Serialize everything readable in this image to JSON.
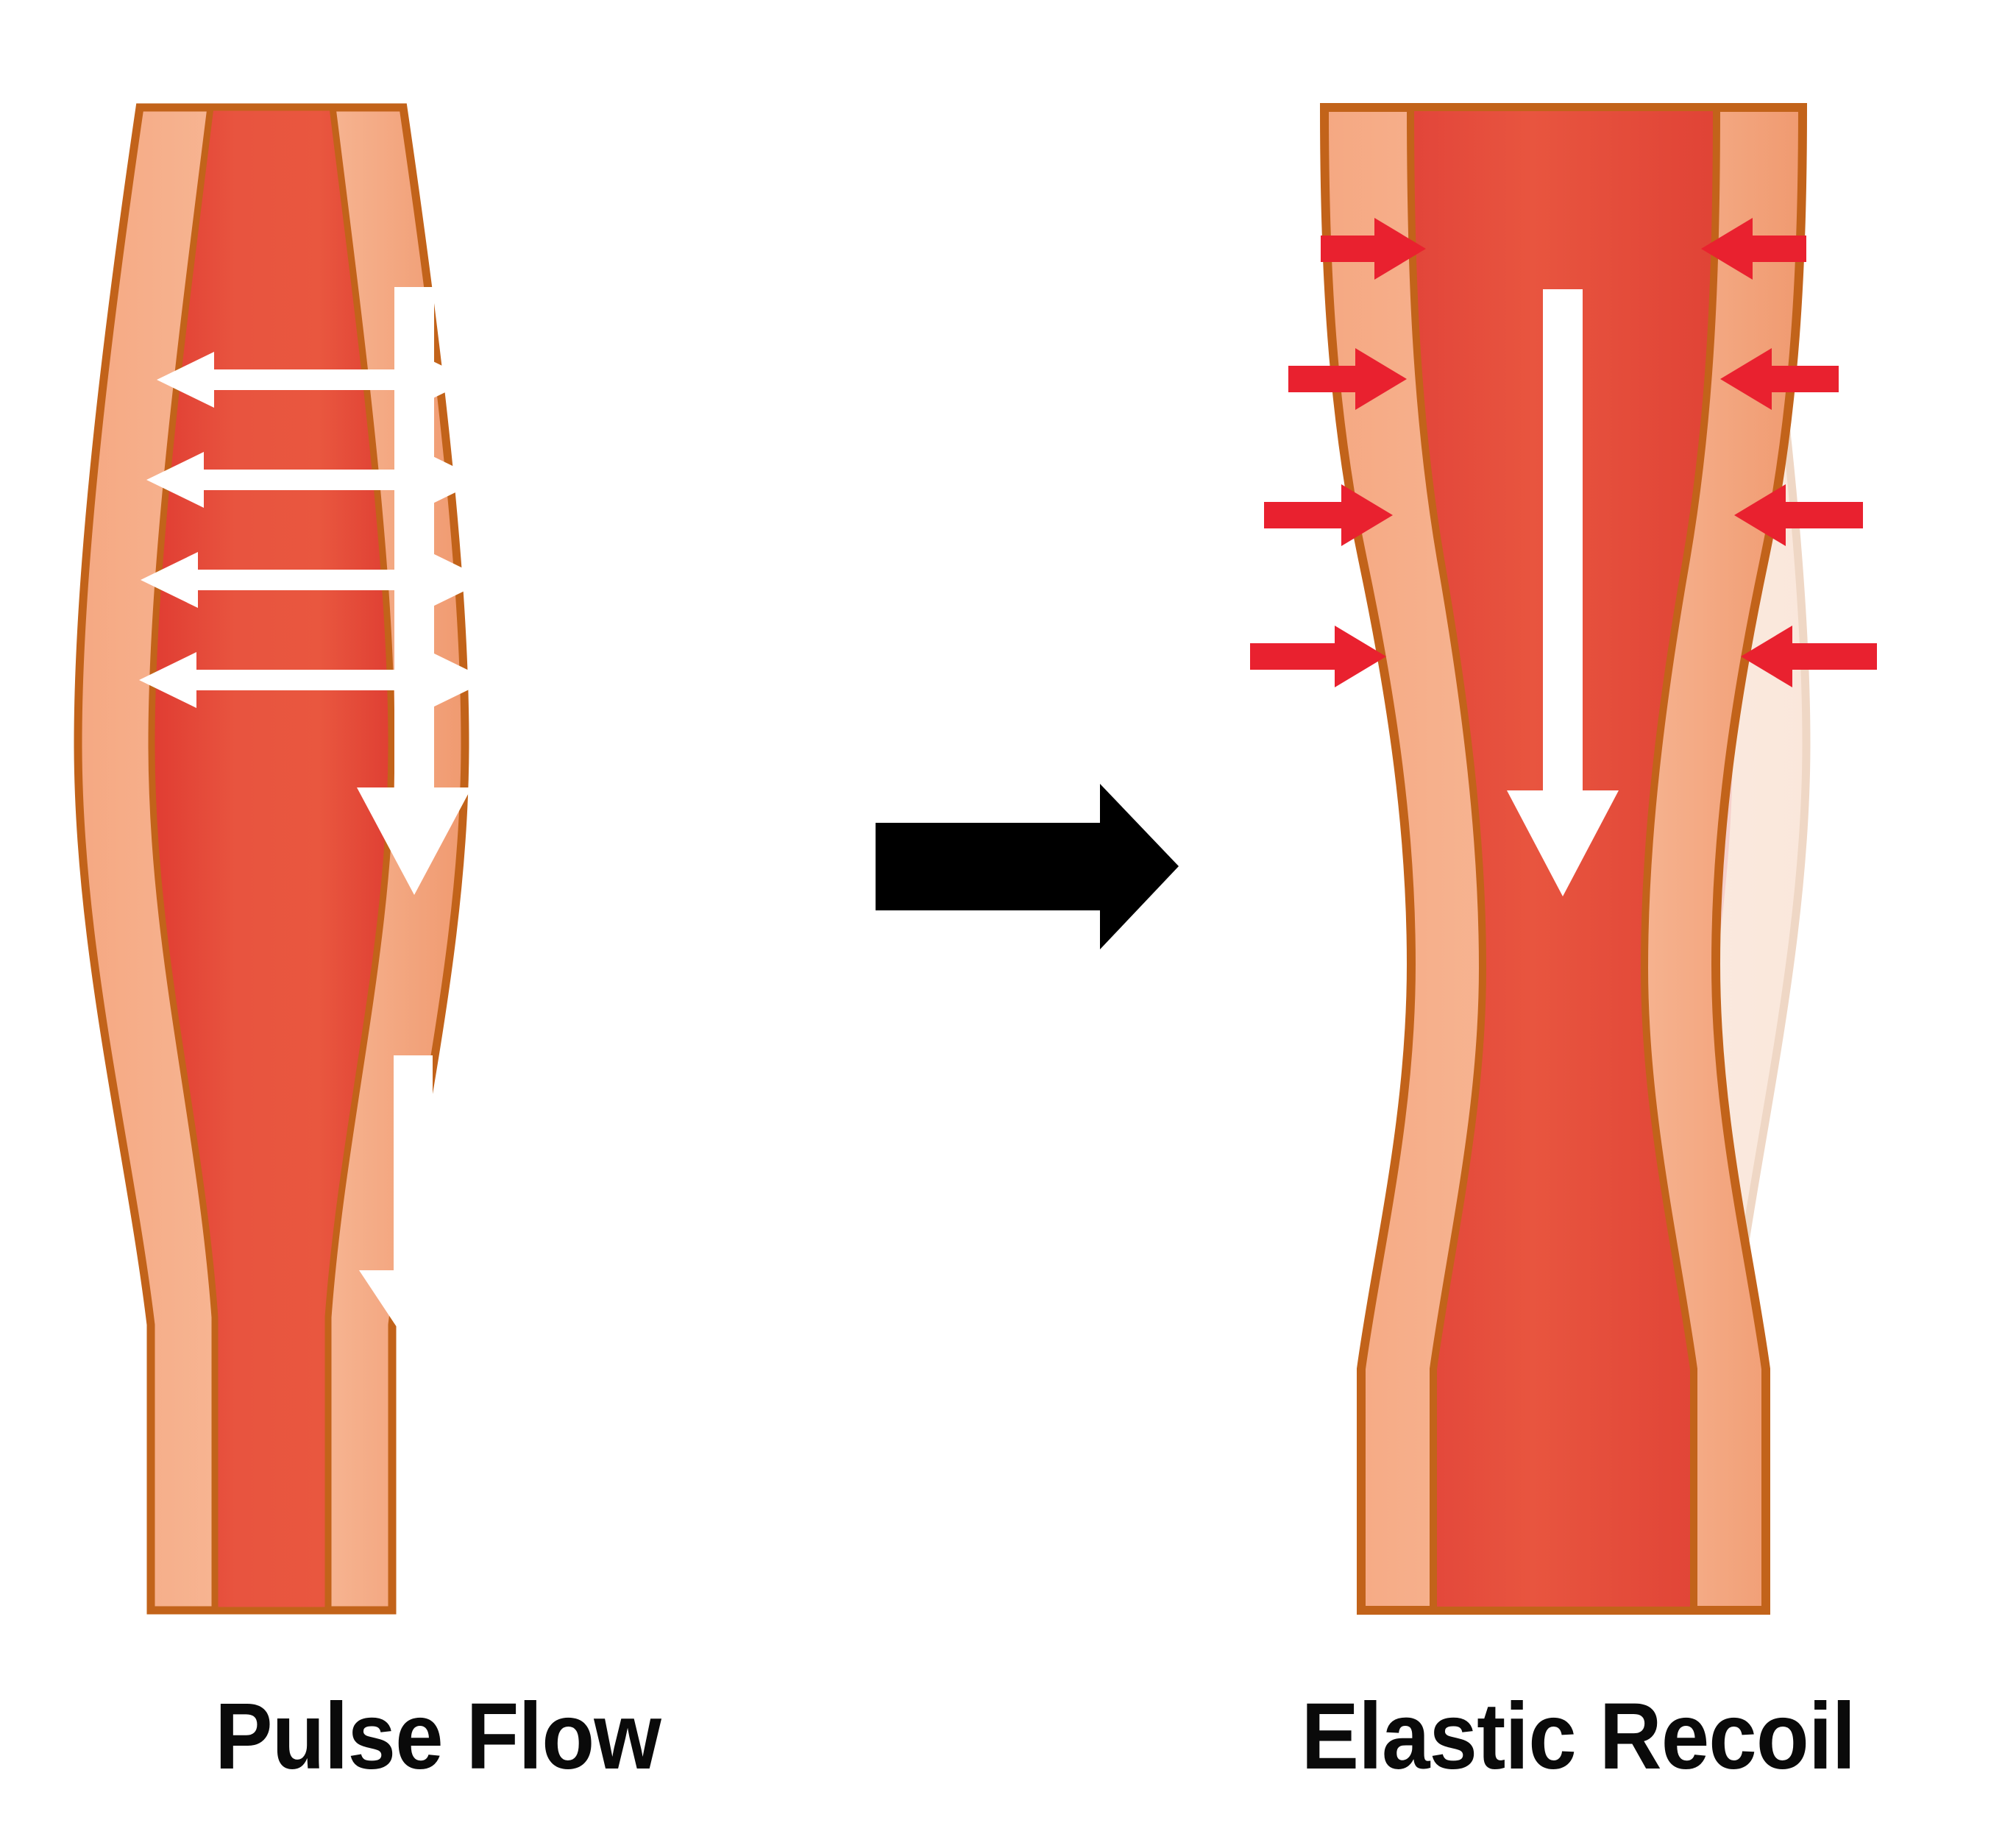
{
  "figure": {
    "title_not_shown": "",
    "panels": [
      {
        "id": "pulse-flow",
        "caption": "Pulse Flow",
        "state": "dilated",
        "flow_arrows": 2,
        "wall_pressure_arrows": 8,
        "arrow_color": "#FFFFFF"
      },
      {
        "id": "elastic-recoil",
        "caption": "Elastic Recoil",
        "state": "contracted",
        "flow_arrows": 1,
        "wall_pressure_arrows": 8,
        "arrow_color": "#E9212F"
      }
    ],
    "transition": {
      "icon": "right-arrow-icon",
      "color": "#000000"
    }
  },
  "captions": {
    "left": "Pulse Flow",
    "right": "Elastic Recoil"
  },
  "colors": {
    "background": "#FFFFFF",
    "vessel_outline": "#C2631A",
    "vessel_wall_light": "#F6B08A",
    "vessel_wall_dark": "#F08D66",
    "lumen_red": "#E8543F",
    "lumen_red_dark": "#E1443A",
    "ghost_outer": "#FBEAE0",
    "ghost_outline": "#EED6C4",
    "ghost_lumen": "#F7D5D2",
    "flow_arrow_white": "#FFFFFF",
    "recoil_arrow_red": "#E9212F",
    "transition_arrow_black": "#000000",
    "caption_text": "#0A0A0A"
  },
  "chart_data": {
    "type": "diagram",
    "subject": "Arterial pulse flow and elastic recoil",
    "panels": [
      {
        "label": "Pulse Flow",
        "description": "Artery distended by pressure wave; blood flows downward; vessel wall pushed outward",
        "outward_arrow_rows": 4,
        "outward_arrows_per_row": 2,
        "downward_flow_arrows": 2
      },
      {
        "label": "Elastic Recoil",
        "description": "Artery recoils back to resting diameter; red arrows show inward elastic force; dashed ghost shows prior dilated outline",
        "inward_arrow_rows": 4,
        "inward_arrows_per_row": 2,
        "downward_flow_arrows": 1
      }
    ]
  }
}
